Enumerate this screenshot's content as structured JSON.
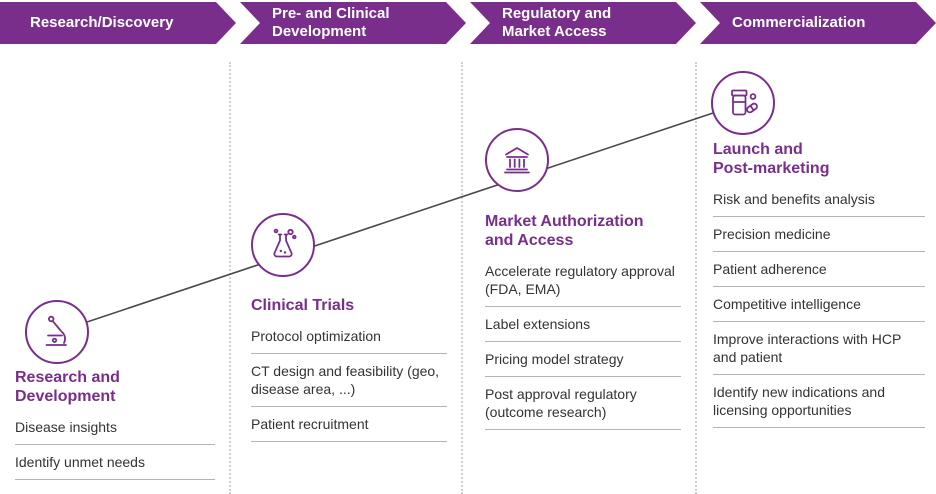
{
  "colors": {
    "stage_purple": "#7a2e8c",
    "banner_text": "#ffffff",
    "body_text": "#333333",
    "item_divider": "#b3b3b3",
    "progression_line": "#4a4a4a"
  },
  "banners": [
    {
      "label": "Research/Discovery"
    },
    {
      "label": "Pre- and Clinical\nDevelopment"
    },
    {
      "label": "Regulatory and\nMarket Access"
    },
    {
      "label": "Commercialization"
    }
  ],
  "stages": [
    {
      "icon": "microscope-icon",
      "title": "Research and\nDevelopment",
      "items": [
        "Disease insights",
        "Identify unmet needs"
      ]
    },
    {
      "icon": "flask-icon",
      "title": "Clinical Trials",
      "items": [
        "Protocol optimization",
        "CT design and feasibility (geo, disease area, ...)",
        "Patient recruitment"
      ]
    },
    {
      "icon": "bank-icon",
      "title": "Market Authorization\nand Access",
      "items": [
        "Accelerate regulatory approval (FDA, EMA)",
        "Label extensions",
        "Pricing model strategy",
        "Post approval regulatory (outcome research)"
      ]
    },
    {
      "icon": "pill-bottle-icon",
      "title": "Launch and\nPost-marketing",
      "items": [
        "Risk and benefits analysis",
        "Precision medicine",
        "Patient adherence",
        "Competitive intelligence",
        "Improve interactions with HCP and patient",
        "Identify new indications and licensing opportunities"
      ]
    }
  ]
}
